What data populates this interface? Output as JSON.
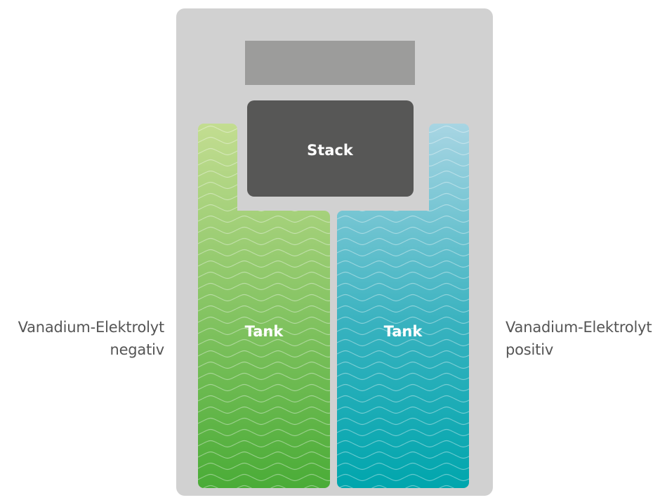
{
  "diagram": {
    "stack_label": "Stack",
    "tank_negative_label": "Tank",
    "tank_positive_label": "Tank",
    "electrolyte_negative": {
      "line1": "Vanadium-Elektrolyt",
      "line2": "negativ"
    },
    "electrolyte_positive": {
      "line1": "Vanadium-Elektrolyt",
      "line2": "positiv"
    }
  },
  "colors": {
    "housing": "#d1d1d1",
    "top_panel": "#9c9c9b",
    "stack": "#575756",
    "negative_top": "#c3dd91",
    "negative_bottom": "#4aac37",
    "positive_top": "#a8d5e3",
    "positive_bottom": "#00aab0",
    "label_text": "#555555"
  },
  "icons": {
    "wave_pattern": "wave-pattern-icon"
  }
}
